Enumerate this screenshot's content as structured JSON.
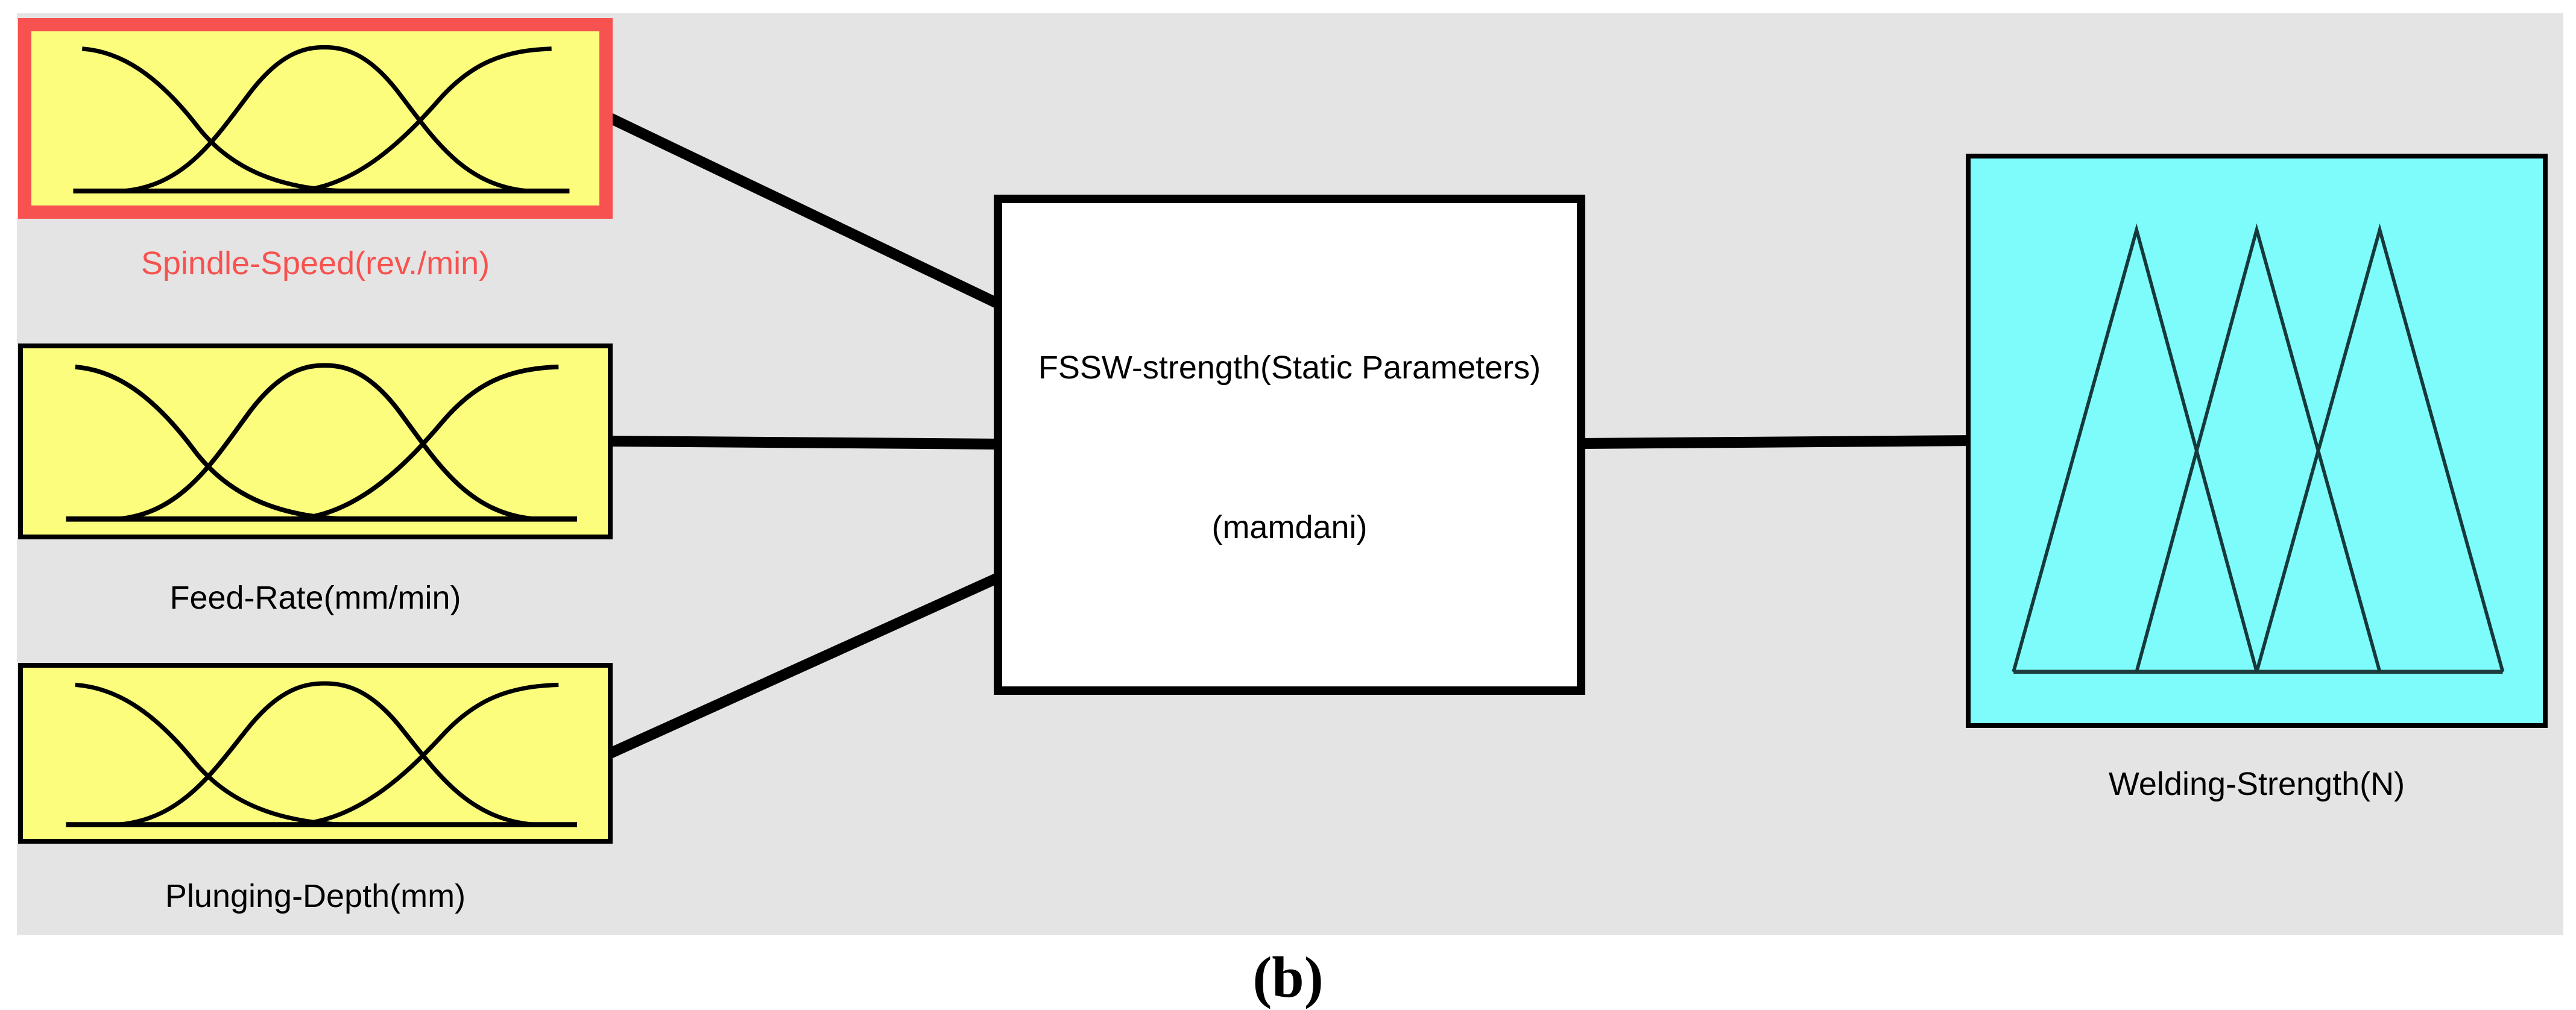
{
  "colors": {
    "panel-bg": "#e4e4e4",
    "input-fill": "#fcfc7d",
    "selected-accent": "#f7524f",
    "output-fill": "#7efcfc",
    "box-border": "#000000",
    "line-color": "#000000",
    "label-color": "#000000"
  },
  "inputs": [
    {
      "label": "Spindle-Speed(rev./min)",
      "state": "selected",
      "membership_type": "gaussian",
      "mf_count": 3
    },
    {
      "label": "Feed-Rate(mm/min)",
      "state": "normal",
      "membership_type": "gaussian",
      "mf_count": 3
    },
    {
      "label": "Plunging-Depth(mm)",
      "state": "normal",
      "membership_type": "gaussian",
      "mf_count": 3
    }
  ],
  "system_block": {
    "title": "FSSW-strength(Static Parameters)",
    "inference_type": "(mamdani)"
  },
  "output_block": {
    "label": "Welding-Strength(N)",
    "membership_type": "triangular",
    "mf_count": 3
  },
  "caption": "(b)"
}
